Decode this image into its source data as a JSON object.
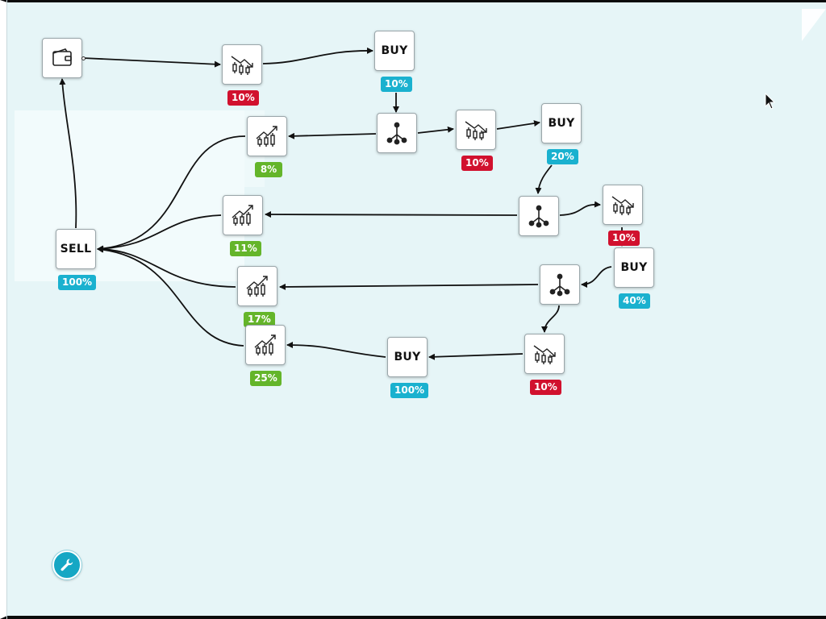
{
  "colors": {
    "canvas": "#e6f5f7",
    "badge_red": "#d1112e",
    "badge_green": "#64b52a",
    "badge_cyan": "#1ab1cf",
    "wrench_button": "#15a7c4",
    "wire": "#111111"
  },
  "nodes": [
    {
      "id": "wallet",
      "icon": "wallet-icon",
      "label": ""
    },
    {
      "id": "bear1",
      "icon": "candlestick-down-icon",
      "label": "",
      "badge": "10%",
      "badge_color": "red"
    },
    {
      "id": "buy1",
      "icon": "",
      "label": "BUY",
      "badge": "10%",
      "badge_color": "cyan"
    },
    {
      "id": "bull_8",
      "icon": "candlestick-up-icon",
      "label": "",
      "badge": "8%",
      "badge_color": "green"
    },
    {
      "id": "split1",
      "icon": "split-icon",
      "label": ""
    },
    {
      "id": "bear2",
      "icon": "candlestick-down-icon",
      "label": "",
      "badge": "10%",
      "badge_color": "red"
    },
    {
      "id": "buy2",
      "icon": "",
      "label": "BUY",
      "badge": "20%",
      "badge_color": "cyan"
    },
    {
      "id": "bull_11",
      "icon": "candlestick-up-icon",
      "label": "",
      "badge": "11%",
      "badge_color": "green"
    },
    {
      "id": "split2",
      "icon": "split-icon",
      "label": ""
    },
    {
      "id": "bear3",
      "icon": "candlestick-down-icon",
      "label": "",
      "badge": "10%",
      "badge_color": "red"
    },
    {
      "id": "sell",
      "icon": "",
      "label": "SELL",
      "badge": "100%",
      "badge_color": "cyan"
    },
    {
      "id": "buy3",
      "icon": "",
      "label": "BUY",
      "badge": "40%",
      "badge_color": "cyan"
    },
    {
      "id": "bull_17",
      "icon": "candlestick-up-icon",
      "label": "",
      "badge": "17%",
      "badge_color": "green"
    },
    {
      "id": "split3",
      "icon": "split-icon",
      "label": ""
    },
    {
      "id": "bull_25",
      "icon": "candlestick-up-icon",
      "label": "",
      "badge": "25%",
      "badge_color": "green"
    },
    {
      "id": "buy4",
      "icon": "",
      "label": "BUY",
      "badge": "100%",
      "badge_color": "cyan"
    },
    {
      "id": "bear4",
      "icon": "candlestick-down-icon",
      "label": "",
      "badge": "10%",
      "badge_color": "red"
    }
  ],
  "toolbar": {
    "wrench_icon": "wrench-icon"
  }
}
